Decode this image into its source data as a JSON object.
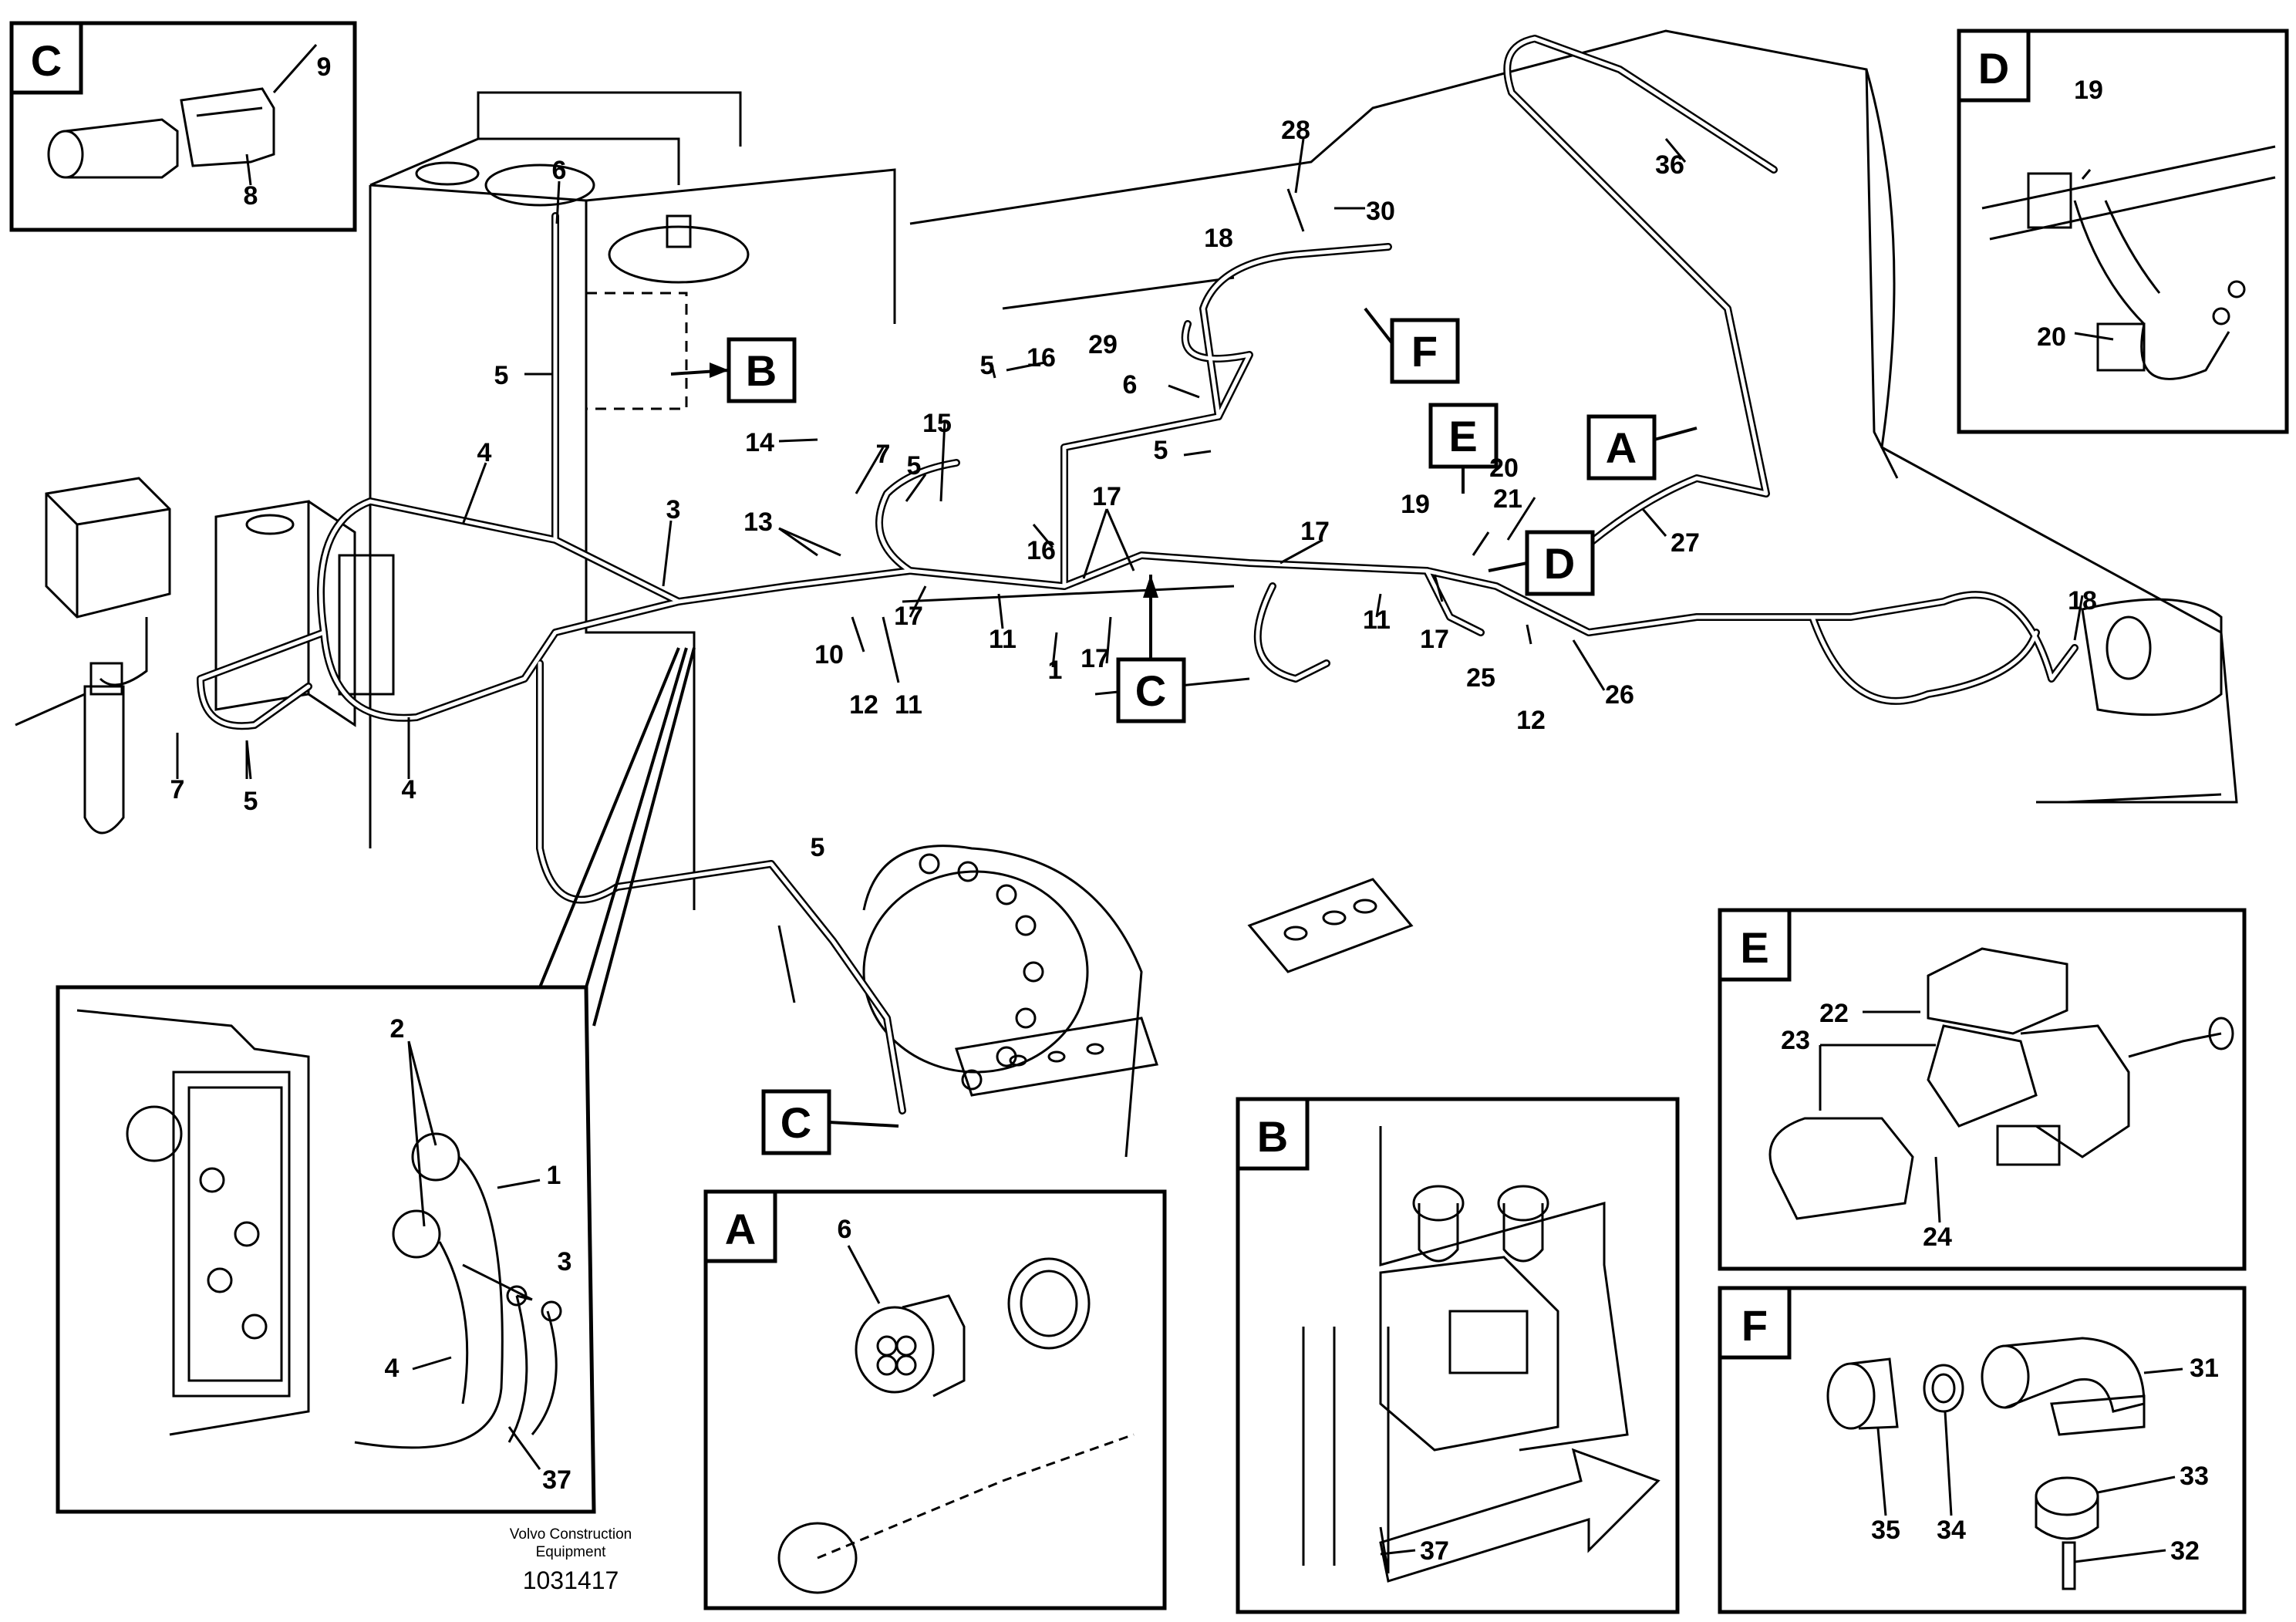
{
  "diagram": {
    "footer": {
      "company_line1": "Volvo Construction",
      "company_line2": "Equipment",
      "drawing_number": "1031417"
    },
    "view_letters": {
      "A": "A",
      "B": "B",
      "C": "C",
      "D": "D",
      "E": "E",
      "F": "F"
    },
    "callouts": {
      "c1": "1",
      "c2": "2",
      "c3": "3",
      "c4": "4",
      "c5": "5",
      "c6": "6",
      "c7": "7",
      "c8": "8",
      "c9": "9",
      "c10": "10",
      "c11": "11",
      "c12": "12",
      "c13": "13",
      "c14": "14",
      "c15": "15",
      "c16": "16",
      "c17": "17",
      "c18": "18",
      "c19": "19",
      "c20": "20",
      "c21": "21",
      "c22": "22",
      "c23": "23",
      "c24": "24",
      "c25": "25",
      "c26": "26",
      "c27": "27",
      "c28": "28",
      "c29": "29",
      "c30": "30",
      "c31": "31",
      "c32": "32",
      "c33": "33",
      "c34": "34",
      "c35": "35",
      "c36": "36",
      "c37": "37"
    }
  }
}
